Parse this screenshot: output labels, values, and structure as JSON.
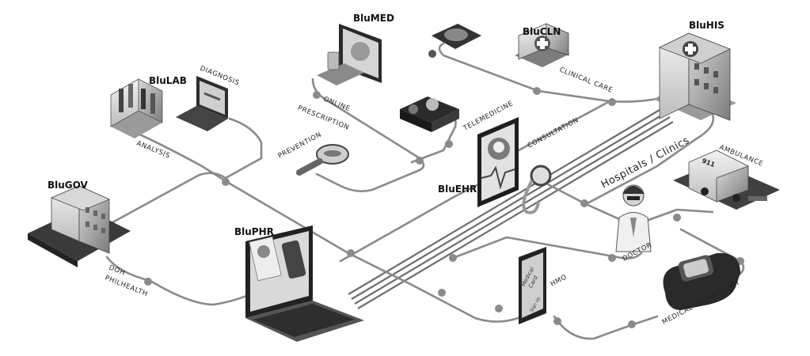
{
  "brands": {
    "blumed": "BluMED",
    "blucln": "BluCLN",
    "bluhis": "BluHIS",
    "blulab": "BluLAB",
    "blugov": "BluGOV",
    "bluehr": "BluEHR",
    "bluphr": "BluPHR"
  },
  "labels": {
    "diagnosis": "DIAGNOSIS",
    "analysis": "ANALYSIS",
    "online": "ONLINE",
    "prescription": "PRESCRIPTION",
    "prevention": "PREVENTION",
    "telemedicine": "TELEMEDICINE",
    "clinical_care": "CLINICAL CARE",
    "consultation": "CONSULTATION",
    "hospitals_clinics": "Hospitals / Clinics",
    "ambulance": "AMBULANCE",
    "doctor": "DOCTOR",
    "hmo": "HMO",
    "doh": "DOH",
    "philhealth": "PHILHEALTH",
    "medical_technology": "MEDICAL TECHNOLOGY"
  },
  "device_text": {
    "ambulance_number": "911",
    "medical_card": "Medical",
    "medical_card_2": "Card",
    "sign_up": "Sign up"
  }
}
